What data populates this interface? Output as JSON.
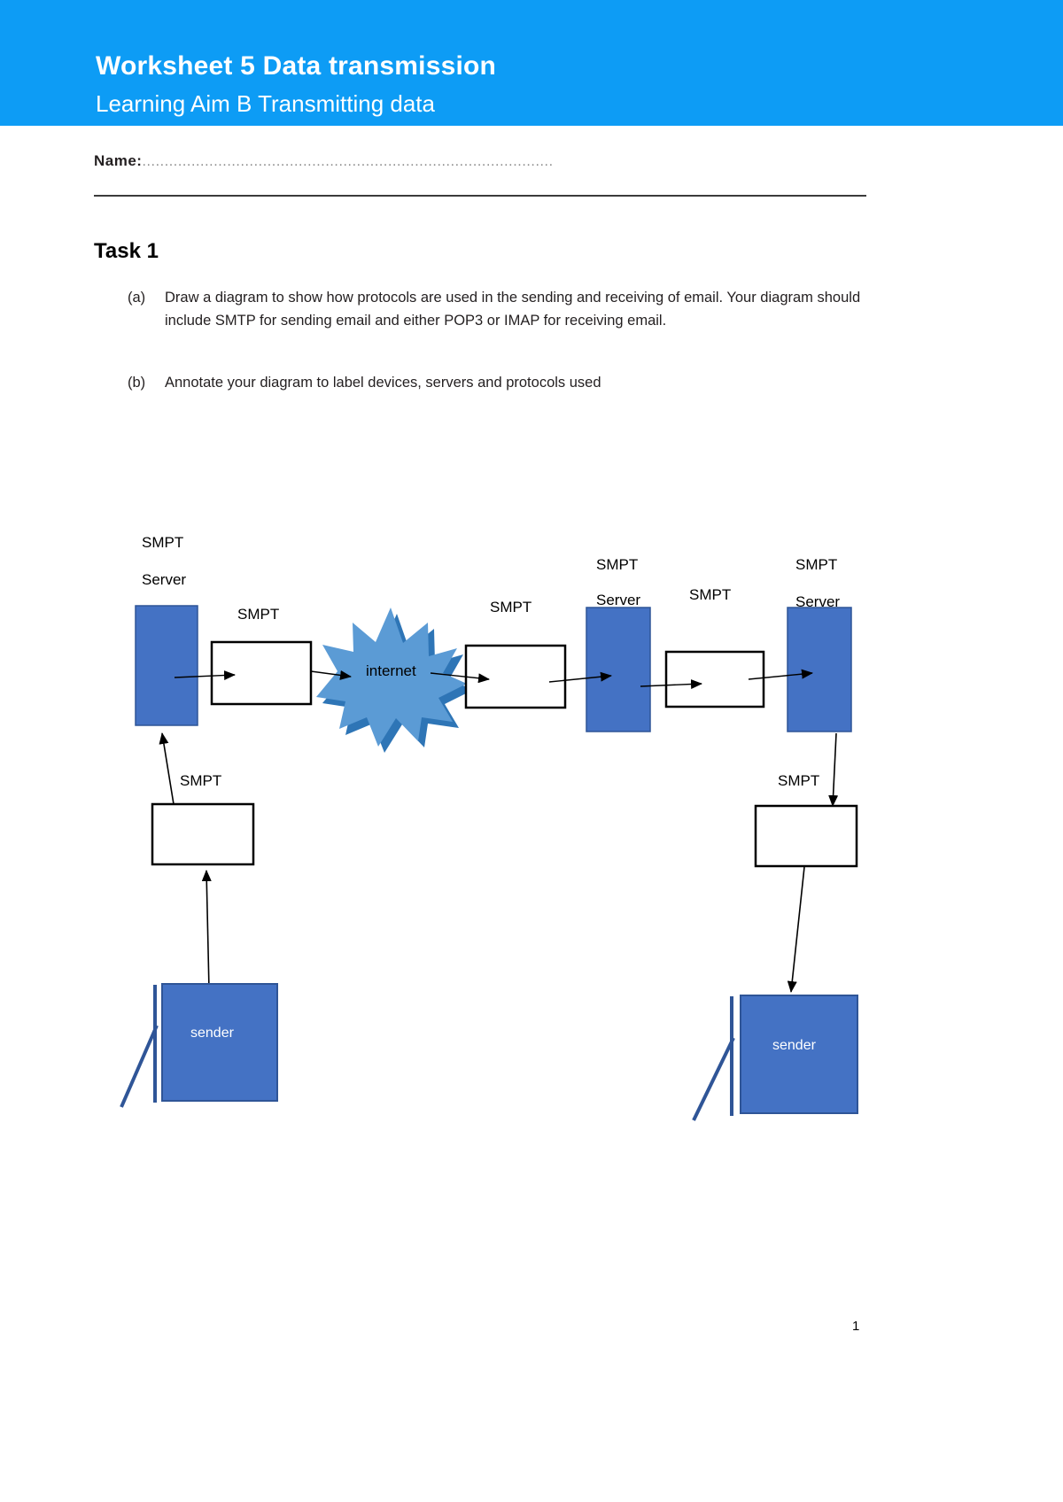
{
  "header": {
    "title": "Worksheet 5 Data transmission",
    "subtitle": "Learning Aim B Transmitting data",
    "banner_color": "#0d9cf5"
  },
  "name_field": {
    "label": "Name:",
    "dots": "............................................................................................"
  },
  "task": {
    "heading": "Task 1",
    "items": [
      {
        "marker": "(a)",
        "text": "Draw a diagram to show how protocols are used in the sending and receiving of email. Your diagram should include SMTP for sending email and either POP3 or IMAP for receiving email."
      },
      {
        "marker": "(b)",
        "text": "Annotate your diagram to label devices, servers and protocols used"
      }
    ]
  },
  "diagram": {
    "colors": {
      "server_fill": "#4472c4",
      "server_stroke": "#2f5597",
      "internet_fill": "#5b9bd5",
      "internet_shadow": "#2e75b6",
      "line": "#000000",
      "box_fill": "#ffffff"
    },
    "labels": {
      "server1_protocol": "SMPT",
      "server1_role": "Server",
      "link1_protocol": "SMPT",
      "internet": "internet",
      "link2_protocol": "SMPT",
      "server2_protocol": "SMPT",
      "server2_role": "Server",
      "link3_protocol": "SMPT",
      "server3_protocol": "SMPT",
      "server3_role": "Server",
      "left_down_protocol": "SMPT",
      "right_down_protocol": "SMPT",
      "sender_left": "sender",
      "sender_right": "sender"
    }
  },
  "footer": {
    "page_number": "1"
  }
}
